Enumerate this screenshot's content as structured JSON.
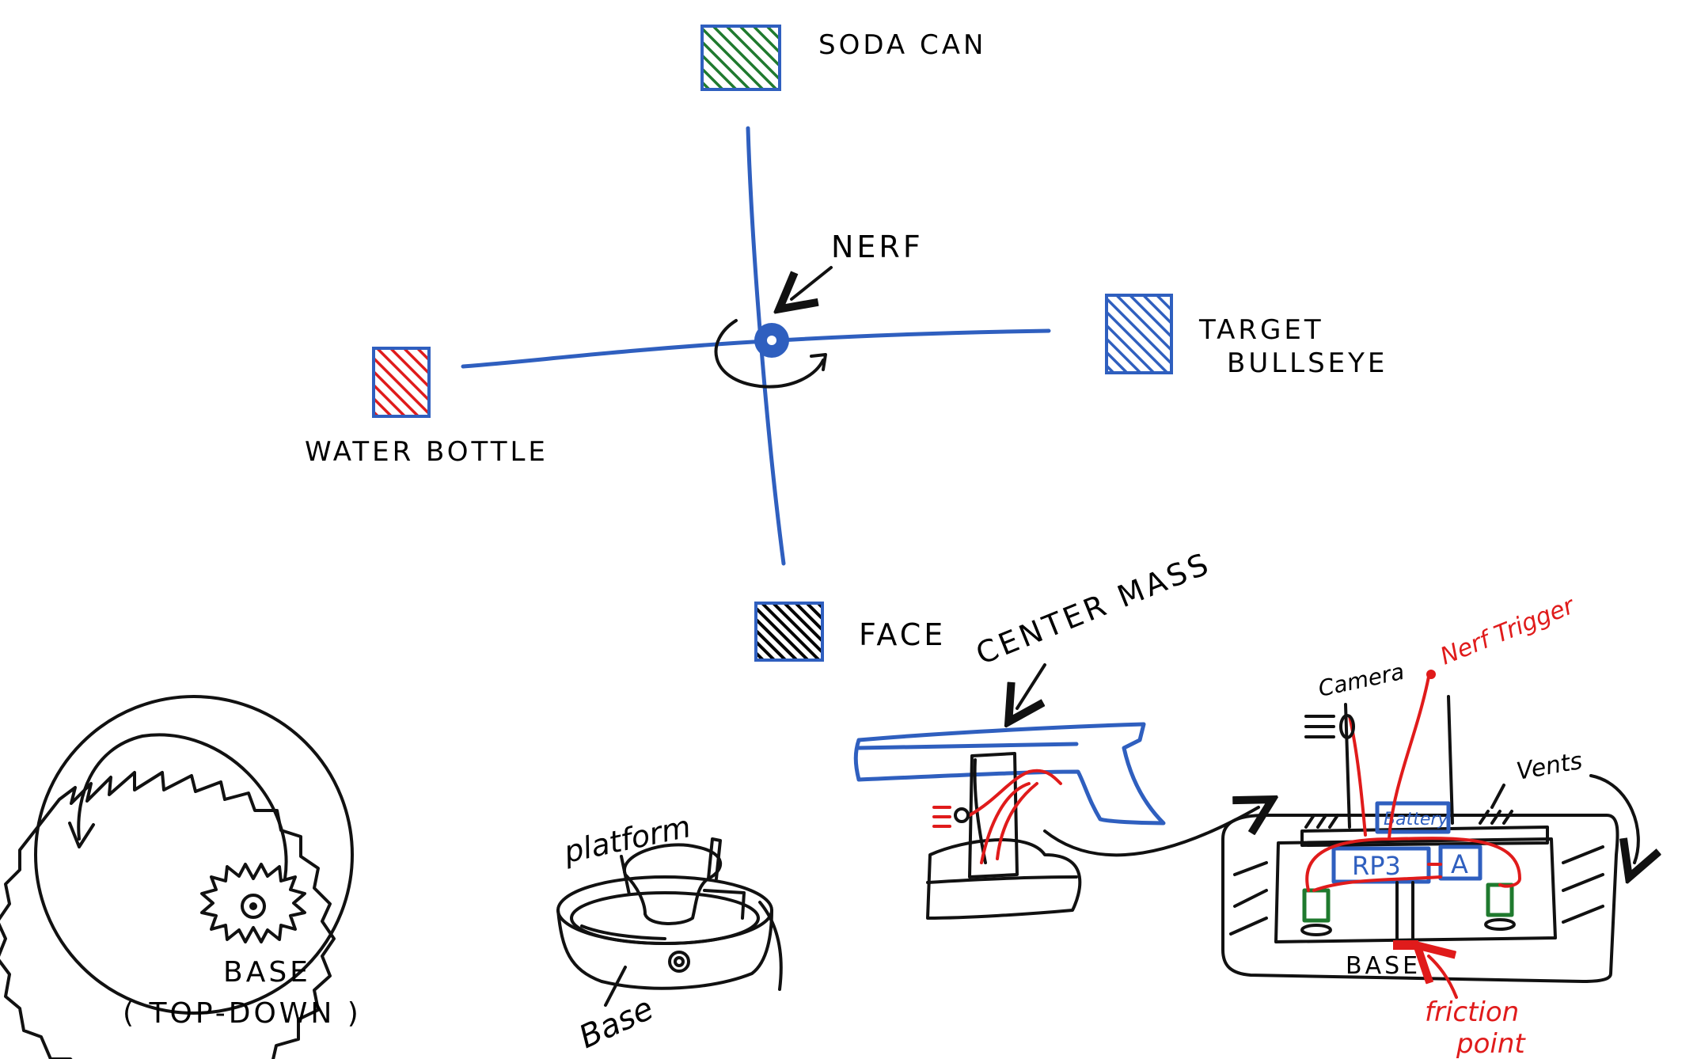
{
  "colors": {
    "ink": "#111111",
    "blue": "#2f5fbf",
    "red": "#e01b1b",
    "green": "#1f7a2e",
    "black": "#000000"
  },
  "targets": {
    "soda_can": "SODA CAN",
    "target_bullseye_line1": "TARGET",
    "target_bullseye_line2": "BULLSEYE",
    "water_bottle": "WATER BOTTLE",
    "face": "FACE",
    "nerf": "NERF"
  },
  "base_top_down": {
    "line1": "BASE",
    "line2": "( TOP-DOWN )"
  },
  "platform_sketch": {
    "platform": "platform",
    "base": "Base"
  },
  "center_mass_sketch": {
    "label": "CENTER MASS"
  },
  "cross_section": {
    "camera": "Camera",
    "nerf_trigger": "Nerf Trigger",
    "vents": "Vents",
    "battery": "Battery",
    "rp3": "RP3",
    "a": "A",
    "base": "BASE",
    "friction_line1": "friction",
    "friction_line2": "point"
  }
}
